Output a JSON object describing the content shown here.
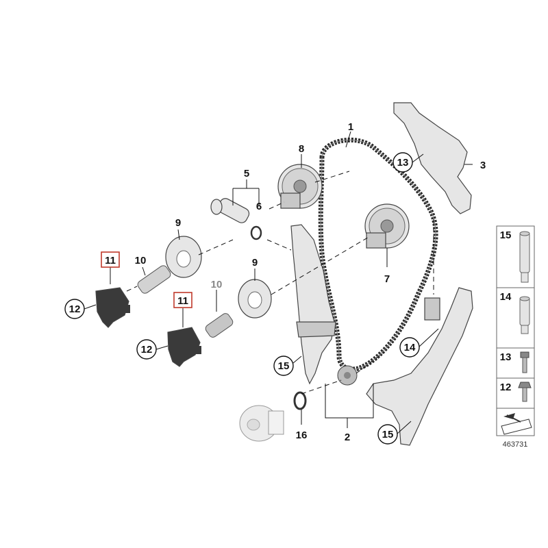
{
  "diagram": {
    "callouts": {
      "c1": "1",
      "c2": "2",
      "c3": "3",
      "c5": "5",
      "c6": "6",
      "c7": "7",
      "c8": "8",
      "c9a": "9",
      "c9b": "9",
      "c10a": "10",
      "c10b": "10",
      "c11a": "11",
      "c11b": "11",
      "c12a": "12",
      "c12b": "12",
      "c13": "13",
      "c14": "14",
      "c15a": "15",
      "c15b": "15",
      "c16": "16"
    },
    "legend": {
      "items": [
        "15",
        "14",
        "13",
        "12"
      ]
    },
    "catalog_number": "463731",
    "colors": {
      "highlight": "#c0392b",
      "line": "#111111",
      "part_light": "#e6e6e6",
      "part_dark": "#3a3a3a"
    }
  }
}
